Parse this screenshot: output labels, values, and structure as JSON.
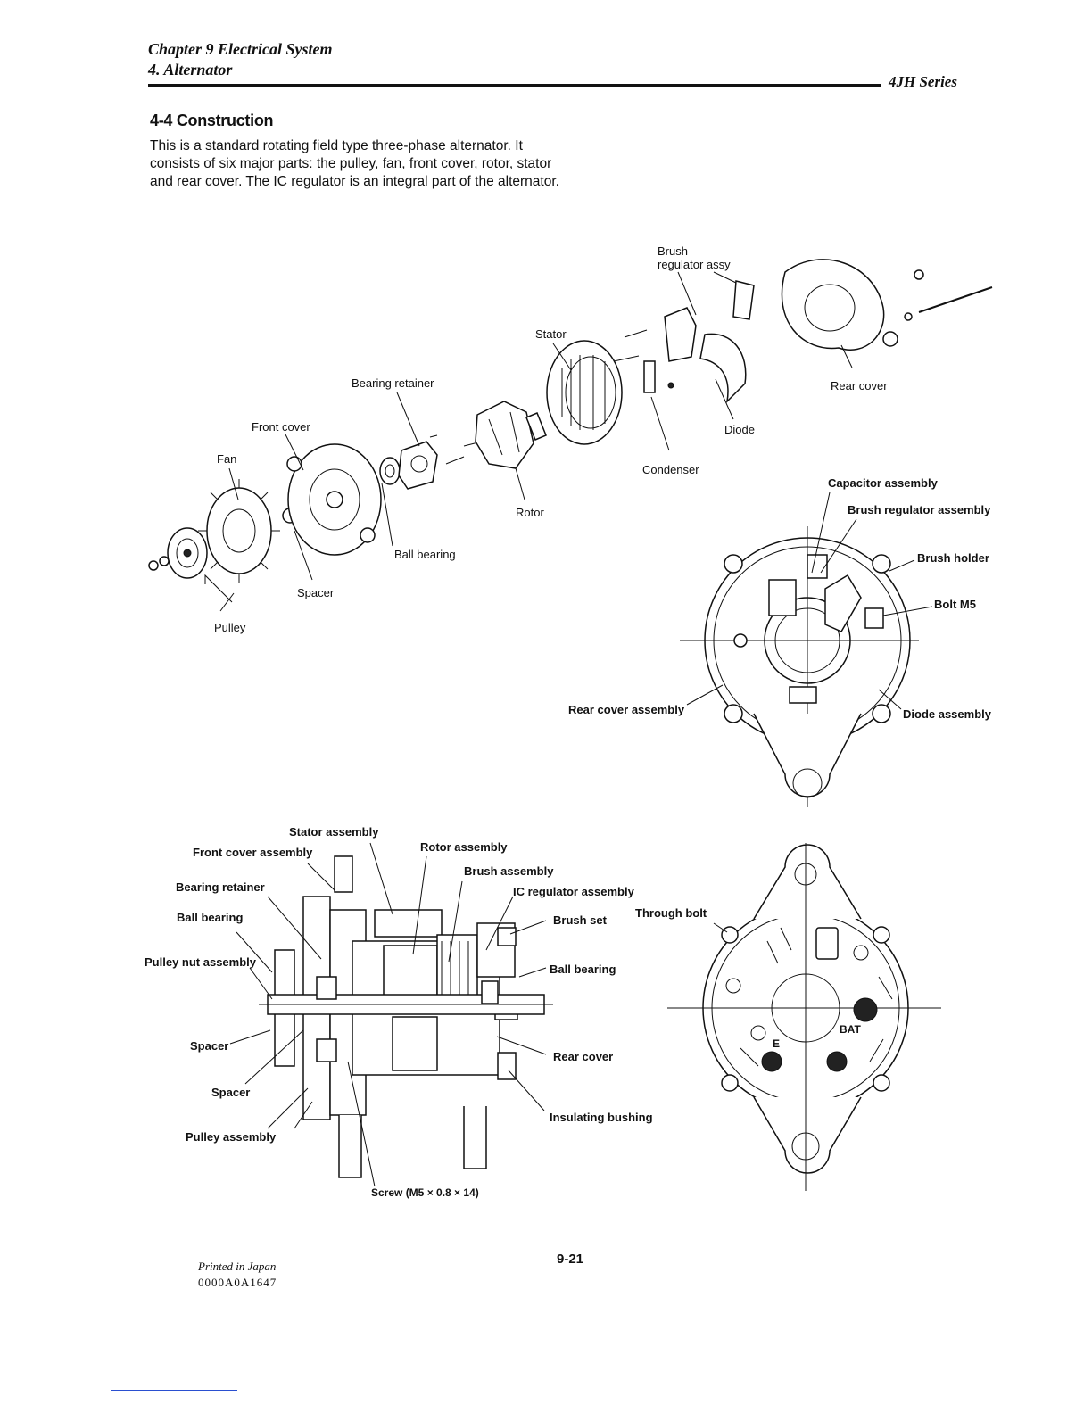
{
  "header": {
    "chapter": "Chapter 9 Electrical System",
    "section": "4. Alternator",
    "series": "4JH Series"
  },
  "content": {
    "heading": "4-4 Construction",
    "paragraph": "This is a standard rotating field type three-phase alternator. It consists of six major parts: the pulley, fan, front cover, rotor, stator and rear cover. The IC regulator is an integral part of the alternator."
  },
  "exploded_view": {
    "labels": {
      "brush_regulator_assy_1": "Brush",
      "brush_regulator_assy_2": "regulator assy",
      "stator": "Stator",
      "bearing_retainer": "Bearing retainer",
      "front_cover": "Front cover",
      "fan": "Fan",
      "rear_cover": "Rear cover",
      "diode": "Diode",
      "condenser": "Condenser",
      "rotor": "Rotor",
      "ball_bearing": "Ball bearing",
      "spacer": "Spacer",
      "pulley": "Pulley"
    }
  },
  "rear_cover_view": {
    "labels": {
      "capacitor_assembly": "Capacitor assembly",
      "brush_regulator_assembly": "Brush regulator assembly",
      "brush_holder": "Brush holder",
      "bolt_m5": "Bolt M5",
      "rear_cover_assembly": "Rear cover assembly",
      "diode_assembly": "Diode assembly"
    }
  },
  "section_view": {
    "labels": {
      "stator_assembly": "Stator assembly",
      "front_cover_assembly": "Front cover assembly",
      "rotor_assembly": "Rotor assembly",
      "brush_assembly": "Brush assembly",
      "bearing_retainer": "Bearing retainer",
      "ic_regulator_assembly": "IC regulator assembly",
      "ball_bearing_left": "Ball bearing",
      "brush_set": "Brush set",
      "pulley_nut_assembly": "Pulley nut assembly",
      "ball_bearing_right": "Ball bearing",
      "spacer_1": "Spacer",
      "rear_cover": "Rear cover",
      "spacer_2": "Spacer",
      "pulley_assembly": "Pulley assembly",
      "insulating_bushing": "Insulating bushing",
      "screw": "Screw (M5 × 0.8 × 14)"
    }
  },
  "end_view": {
    "labels": {
      "through_bolt": "Through bolt",
      "bat": "BAT",
      "e": "E"
    }
  },
  "footer": {
    "printed": "Printed in Japan",
    "code": "0000A0A1647",
    "page": "9-21"
  }
}
